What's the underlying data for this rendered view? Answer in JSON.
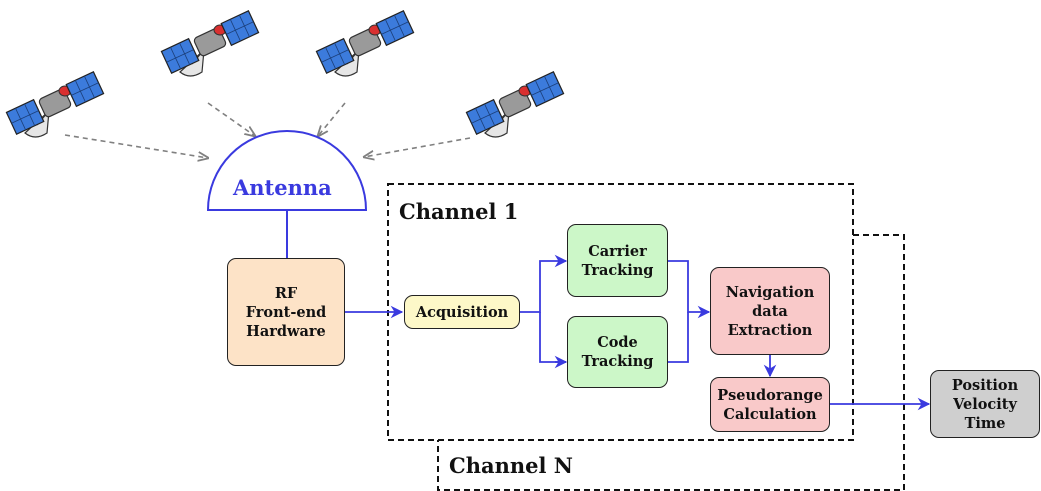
{
  "antenna": {
    "label": "Antenna"
  },
  "channels": {
    "channel_1": "Channel 1",
    "channel_n": "Channel N"
  },
  "blocks": {
    "rf_frontend": "RF\nFront-end\nHardware",
    "acquisition": "Acquisition",
    "carrier_tracking": "Carrier\nTracking",
    "code_tracking": "Code\nTracking",
    "navigation_extraction": "Navigation\ndata\nExtraction",
    "pseudorange": "Pseudorange\nCalculation",
    "pvt_output": "Position\nVelocity\nTime"
  },
  "satellites": [
    "satellite-icon",
    "satellite-icon",
    "satellite-icon",
    "satellite-icon"
  ],
  "colors": {
    "accent_blue": "#3a3adf",
    "signal_gray": "#808080",
    "rf": "#fde3c7",
    "acquisition": "#fdf8c8",
    "tracking": "#ccf7c8",
    "navigation": "#f9c9c9",
    "output": "#cfcfcf"
  }
}
